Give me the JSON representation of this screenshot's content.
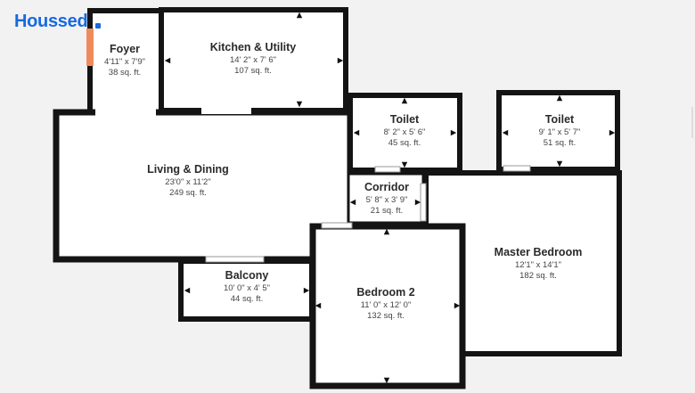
{
  "brand": {
    "name": "Houssed",
    "color": "#1769e0"
  },
  "colors": {
    "wall": "#141414",
    "floor": "#ffffff",
    "door_accent": "#f08a5d",
    "background": "#f2f2f2"
  },
  "rooms": [
    {
      "id": "foyer",
      "name": "Foyer",
      "dimensions": "4'11\" x 7'9\"",
      "area": "38 sq. ft."
    },
    {
      "id": "kitchen",
      "name": "Kitchen & Utility",
      "dimensions": "14' 2\" x 7' 6\"",
      "area": "107 sq. ft."
    },
    {
      "id": "toilet1",
      "name": "Toilet",
      "dimensions": "8' 2\" x 5' 6\"",
      "area": "45 sq. ft."
    },
    {
      "id": "toilet2",
      "name": "Toilet",
      "dimensions": "9' 1\" x 5' 7\"",
      "area": "51 sq. ft."
    },
    {
      "id": "living",
      "name": "Living & Dining",
      "dimensions": "23'0\" x 11'2\"",
      "area": "249 sq. ft."
    },
    {
      "id": "corridor",
      "name": "Corridor",
      "dimensions": "5' 8\" x 3' 9\"",
      "area": "21 sq. ft."
    },
    {
      "id": "master",
      "name": "Master Bedroom",
      "dimensions": "12'1\" x 14'1\"",
      "area": "182 sq. ft."
    },
    {
      "id": "balcony",
      "name": "Balcony",
      "dimensions": "10' 0\" x 4' 5\"",
      "area": "44 sq. ft."
    },
    {
      "id": "bedroom2",
      "name": "Bedroom 2",
      "dimensions": "11' 0\" x 12' 0\"",
      "area": "132 sq. ft."
    }
  ]
}
